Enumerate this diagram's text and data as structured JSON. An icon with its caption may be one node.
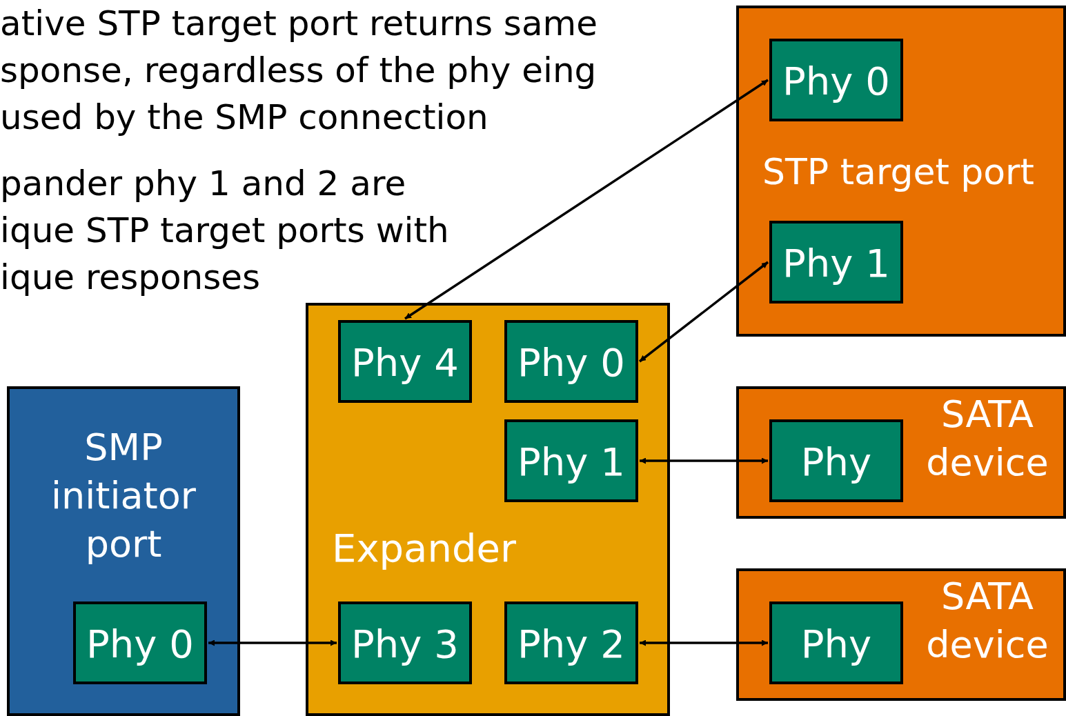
{
  "diagram": {
    "nodes": [
      {
        "text": [
          "SMP initiator port"
        ]
      },
      {
        "text": [
          "Phy 0"
        ],
        "in": 0
      },
      {
        "text": [
          "Expander"
        ]
      },
      {
        "text": [
          "Phy 4"
        ],
        "in": 2
      },
      {
        "text": [
          "Phy 0"
        ],
        "in": 2
      },
      {
        "text": [
          "Phy 1"
        ],
        "in": 2
      },
      {
        "text": [
          "Phy 3"
        ],
        "in": 2
      },
      {
        "text": [
          "Phy 2"
        ],
        "in": 2
      },
      {
        "text": [
          "STP target port"
        ]
      },
      {
        "text": [
          "Phy 0"
        ],
        "in": 8
      },
      {
        "text": [
          "Phy 1"
        ],
        "in": 8
      },
      {
        "text": [
          "SATA device"
        ]
      },
      {
        "text": [
          "Phy"
        ],
        "in": 11
      },
      {
        "text": [
          "SATA device"
        ]
      },
      {
        "text": [
          "Phy"
        ],
        "in": 13
      }
    ],
    "edges": [
      {
        "from": 3,
        "to": 9,
        "arrow": "both"
      },
      {
        "from": 4,
        "to": 10,
        "arrow": "both"
      },
      {
        "from": 5,
        "to": 12,
        "arrow": "both"
      },
      {
        "from": 1,
        "to": 6,
        "arrow": "both"
      },
      {
        "from": 7,
        "to": 14,
        "arrow": "both"
      }
    ],
    "labels": [
      "ative STP target port returns same sponse, regardless of the phy eing used by the SMP connection",
      "pander phy 1 and 2 are ique STP target ports with ique responses"
    ]
  }
}
